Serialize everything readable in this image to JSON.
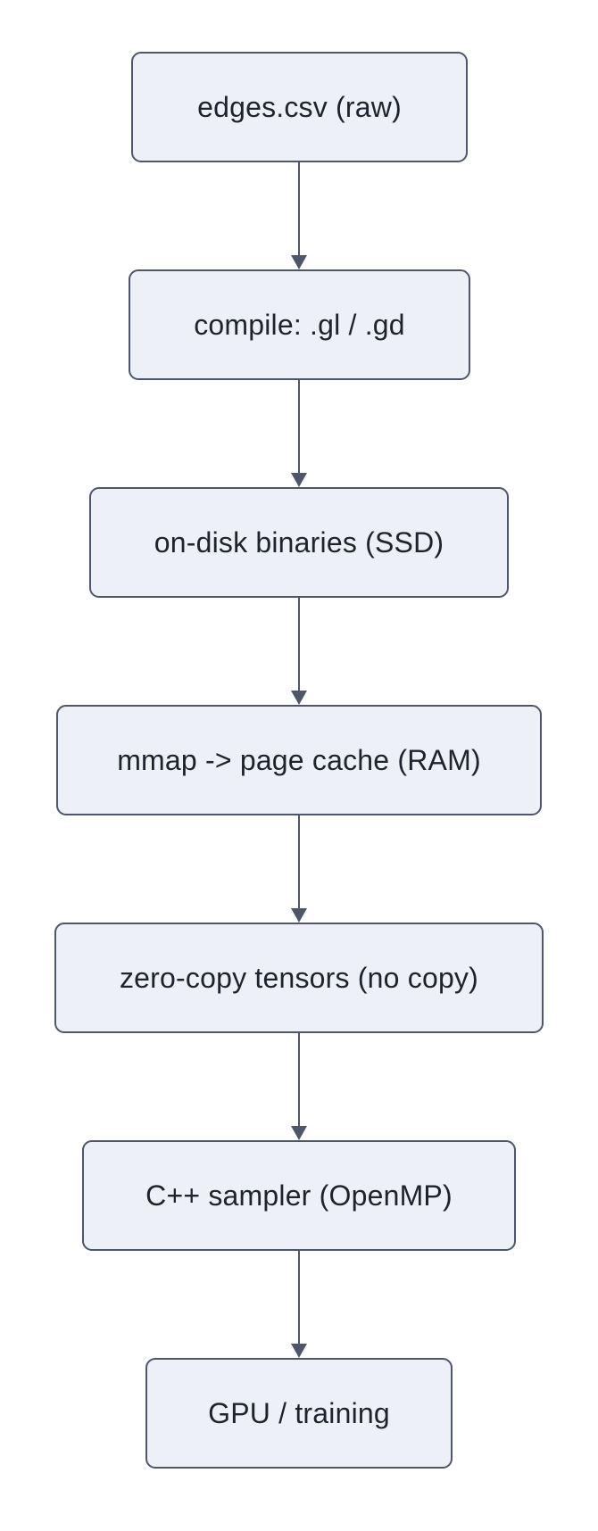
{
  "diagram": {
    "type": "flowchart",
    "direction": "top-down",
    "nodes": [
      {
        "label": "edges.csv (raw)"
      },
      {
        "label": "compile: .gl / .gd"
      },
      {
        "label": "on-disk binaries (SSD)"
      },
      {
        "label": "mmap -> page cache (RAM)"
      },
      {
        "label": "zero-copy tensors (no copy)"
      },
      {
        "label": "C++ sampler (OpenMP)"
      },
      {
        "label": "GPU / training"
      }
    ],
    "edges": [
      {
        "from": 0,
        "to": 1
      },
      {
        "from": 1,
        "to": 2
      },
      {
        "from": 2,
        "to": 3
      },
      {
        "from": 3,
        "to": 4
      },
      {
        "from": 4,
        "to": 5
      },
      {
        "from": 5,
        "to": 6
      }
    ]
  },
  "colors": {
    "node_fill": "#edf0f6",
    "node_border": "#4d566b",
    "edge": "#4d566b",
    "text": "#1e232e",
    "background": "#ffffff"
  }
}
